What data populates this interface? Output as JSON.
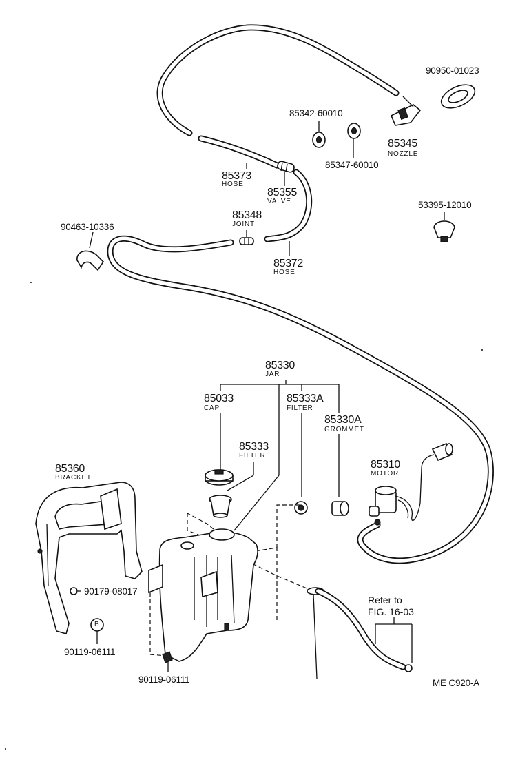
{
  "labels": {
    "p90950": "90950-01023",
    "p85342": "85342-60010",
    "p85345": "85345",
    "p85345_sub": "NOZZLE",
    "p85347": "85347-60010",
    "p85373": "85373",
    "p85373_sub": "HOSE",
    "p85355": "85355",
    "p85355_sub": "VALVE",
    "p53395": "53395-12010",
    "p90463": "90463-10336",
    "p85348": "85348",
    "p85348_sub": "JOINT",
    "p85372": "85372",
    "p85372_sub": "HOSE",
    "p85330": "85330",
    "p85330_sub": "JAR",
    "p85033": "85033",
    "p85033_sub": "CAP",
    "p85333A": "85333A",
    "p85333A_sub": "FILTER",
    "p85330A": "85330A",
    "p85330A_sub": "GROMMET",
    "p85333": "85333",
    "p85333_sub": "FILTER",
    "p85360": "85360",
    "p85360_sub": "BRACKET",
    "p85310": "85310",
    "p85310_sub": "MOTOR",
    "p90179": "90179-08017",
    "p90119a": "90119-06111",
    "p90119b": "90119-06111",
    "refer_line1": "Refer to",
    "refer_line2": "FIG. 16-03",
    "fig_code": "ME  C920-A",
    "bolt_letter": "B"
  }
}
